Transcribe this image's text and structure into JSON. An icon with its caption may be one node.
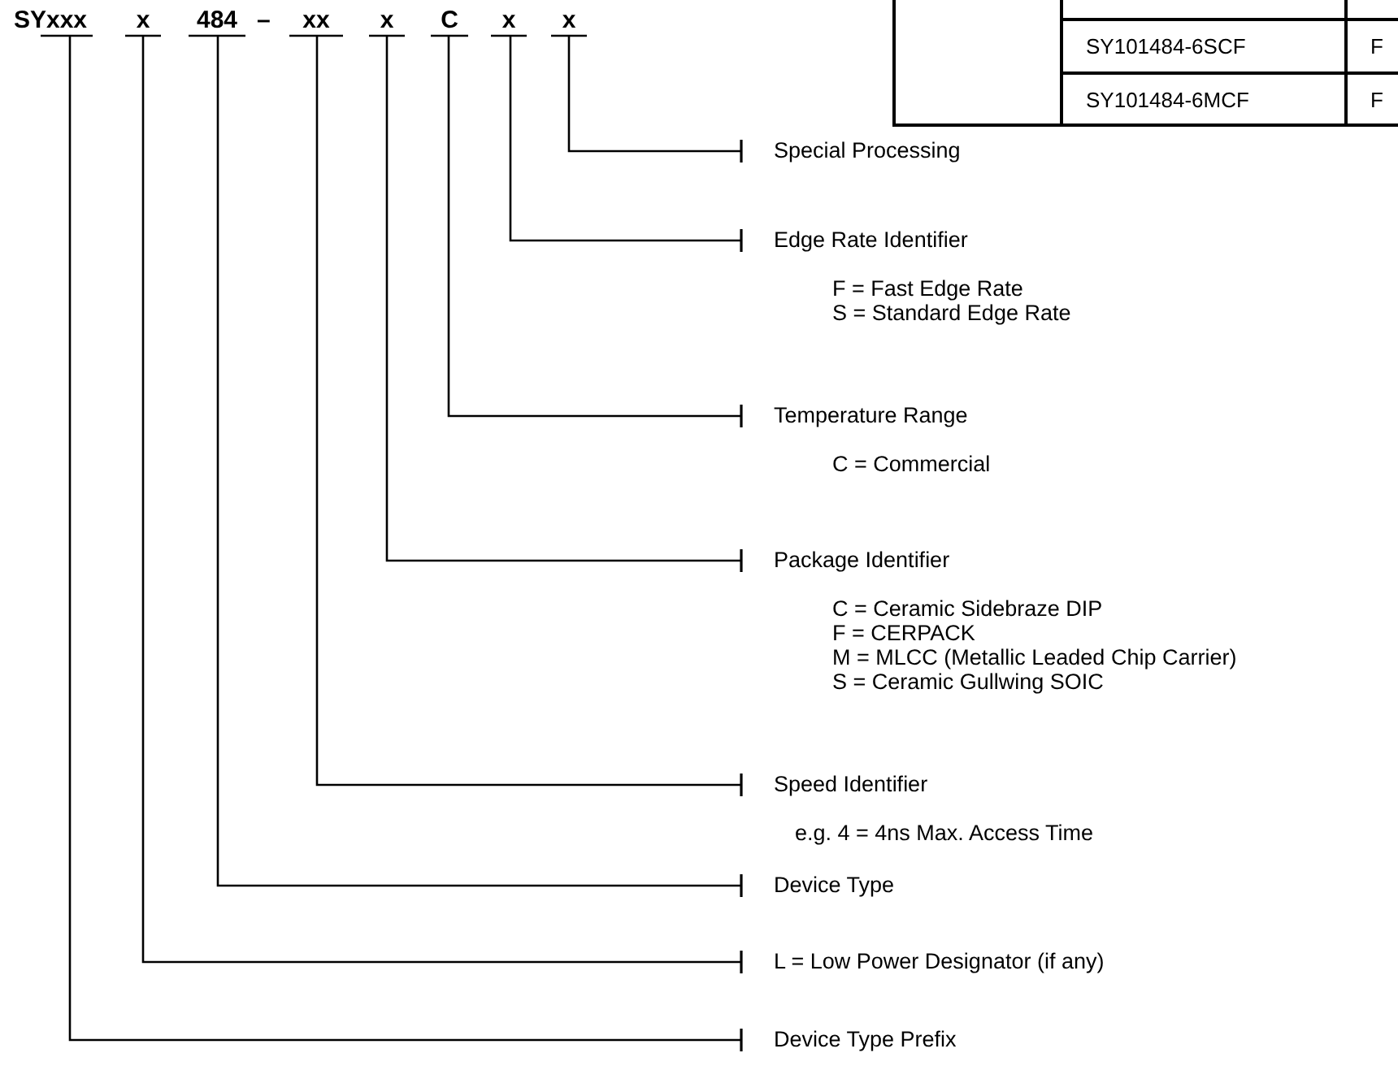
{
  "diagram": {
    "nodes": [
      {
        "text": [
          "SYxxx"
        ]
      },
      {
        "text": [
          "x"
        ]
      },
      {
        "text": [
          "484"
        ]
      },
      {
        "text": [
          "xx"
        ]
      },
      {
        "text": [
          "x"
        ]
      },
      {
        "text": [
          "C"
        ]
      },
      {
        "text": [
          "x"
        ]
      },
      {
        "text": [
          "x"
        ]
      },
      {
        "text": [
          "Special Processing"
        ]
      },
      {
        "text": [
          "Edge Rate Identifier",
          "F = Fast Edge Rate",
          "S = Standard Edge Rate"
        ]
      },
      {
        "text": [
          "Temperature Range",
          "C = Commercial"
        ]
      },
      {
        "text": [
          "Package Identifier",
          "C = Ceramic Sidebraze DIP",
          "F = CERPACK",
          "M = MLCC (Metallic Leaded Chip Carrier)",
          "S = Ceramic Gullwing SOIC"
        ]
      },
      {
        "text": [
          "Speed Identifier",
          "e.g. 4 = 4ns Max. Access Time"
        ]
      },
      {
        "text": [
          "Device Type"
        ]
      },
      {
        "text": [
          "L = Low Power Designator (if any)"
        ]
      },
      {
        "text": [
          "Device Type Prefix"
        ]
      }
    ],
    "edges": [
      {
        "from": 7,
        "to": 8,
        "arrow": "other"
      },
      {
        "from": 6,
        "to": 9,
        "arrow": "other"
      },
      {
        "from": 5,
        "to": 10,
        "arrow": "other"
      },
      {
        "from": 4,
        "to": 11,
        "arrow": "other"
      },
      {
        "from": 3,
        "to": 12,
        "arrow": "other"
      },
      {
        "from": 2,
        "to": 13,
        "arrow": "other"
      },
      {
        "from": 1,
        "to": 14,
        "arrow": "other"
      },
      {
        "from": 0,
        "to": 15,
        "arrow": "other"
      }
    ],
    "labels": [
      "–",
      "SY101484-6SCF",
      "F",
      "SY101484-6MCF",
      "F"
    ]
  }
}
